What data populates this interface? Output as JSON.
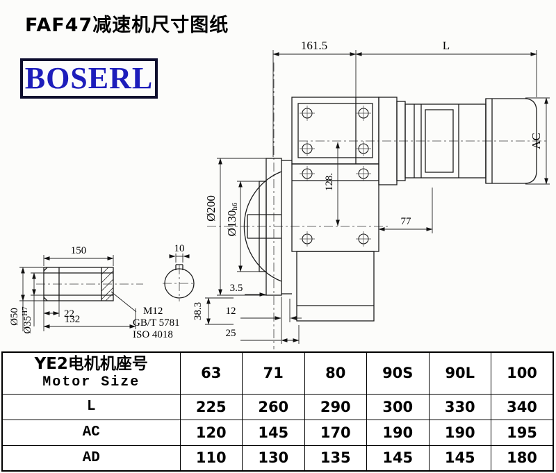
{
  "page": {
    "title": "FAF47减速机尺寸图纸",
    "brand": "BOSERL",
    "brand_color": "#1d1dbb"
  },
  "drawing": {
    "dim_161_5": "161.5",
    "dim_L": "L",
    "dim_AC": "AC",
    "dim_dia200": "Ø200",
    "dim_dia130": "Ø130",
    "dim_dia130_tol": "h6",
    "dim_128": "128.",
    "dim_77": "77",
    "dim_3_5": "3.5",
    "dim_12": "12",
    "dim_25": "25",
    "dim_38_3": "38.3",
    "shaft": {
      "dim_150": "150",
      "dim_10": "10",
      "dim_dia50": "Ø50",
      "dim_dia35": "Ø35",
      "dim_dia35_tol": "H7",
      "dim_22": "22",
      "dim_132": "132",
      "note_m12": "M12",
      "note_gb": "GB/T 5781",
      "note_iso": "ISO 4018"
    }
  },
  "table": {
    "header_cn": "YE2电机机座号",
    "header_en": "Motor Size",
    "motor_sizes": [
      "63",
      "71",
      "80",
      "90S",
      "90L",
      "100"
    ],
    "rows": [
      {
        "label": "L",
        "values": [
          "225",
          "260",
          "290",
          "300",
          "330",
          "340"
        ]
      },
      {
        "label": "AC",
        "values": [
          "120",
          "145",
          "170",
          "190",
          "190",
          "195"
        ]
      },
      {
        "label": "AD",
        "values": [
          "110",
          "130",
          "135",
          "145",
          "145",
          "180"
        ]
      }
    ]
  }
}
